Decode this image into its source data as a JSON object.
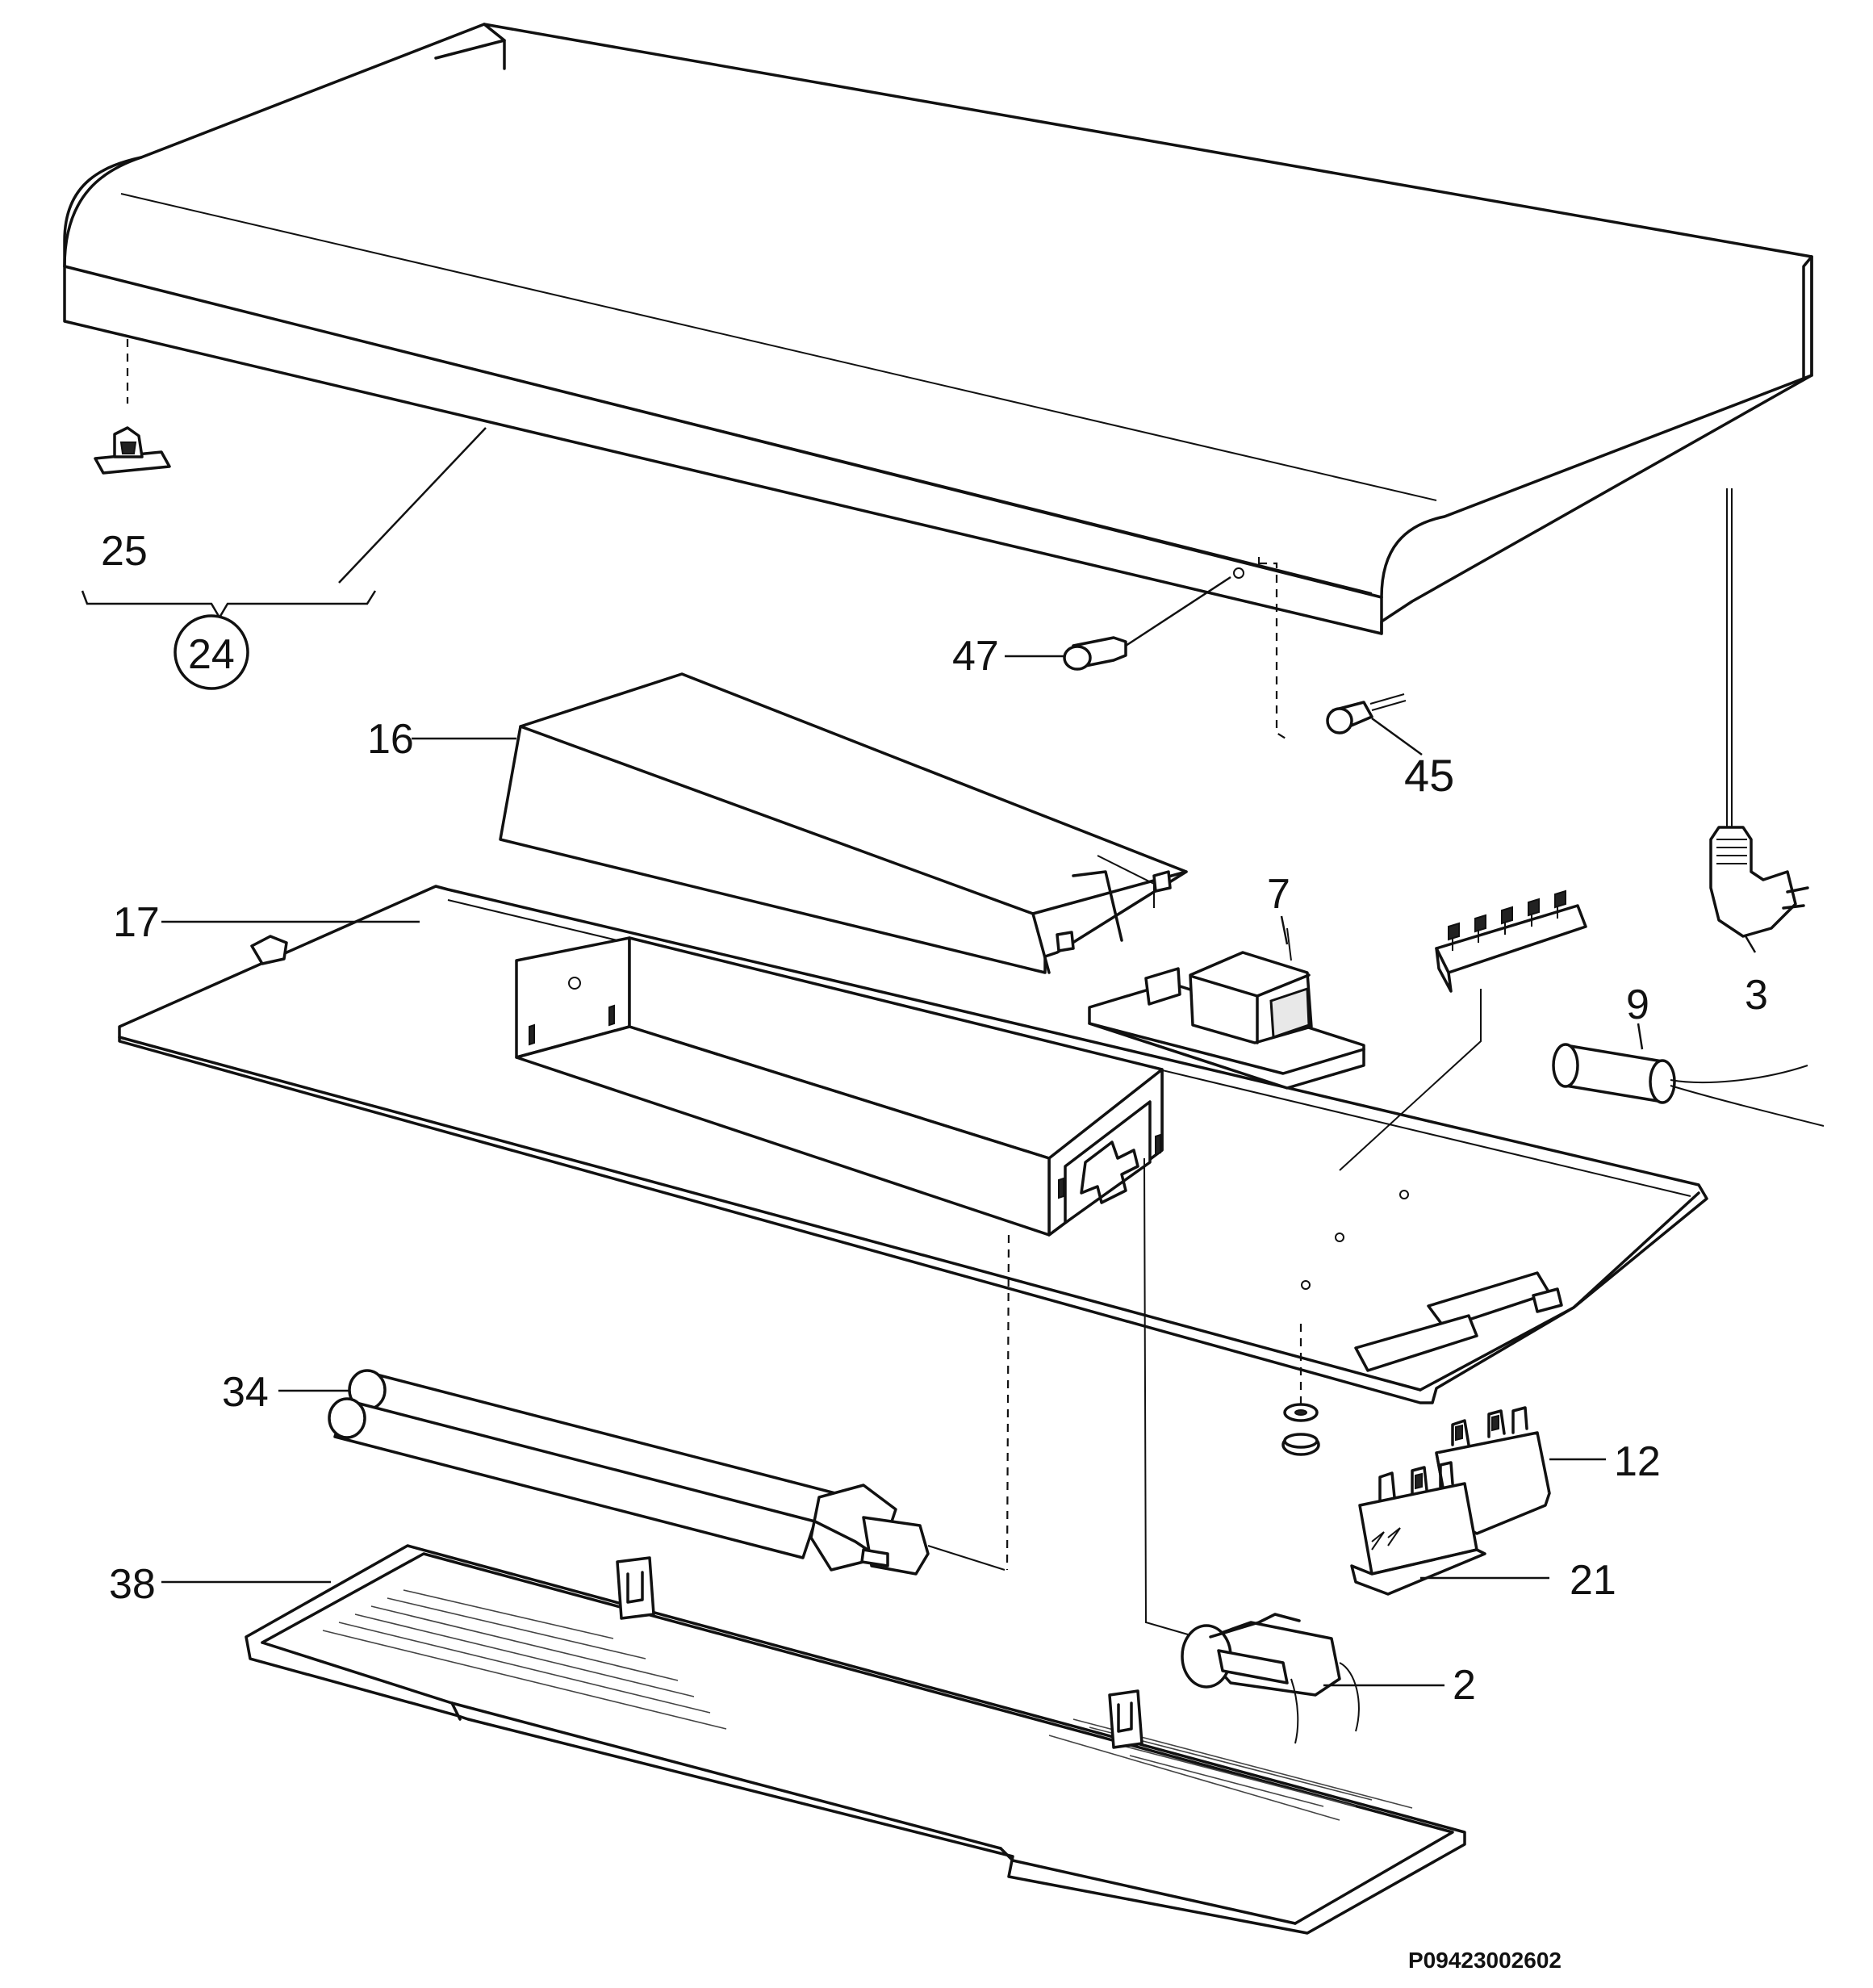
{
  "drawing_code": "P09423002602",
  "parts": [
    {
      "id": "hood-body",
      "number": "24",
      "circled": true
    },
    {
      "id": "clip",
      "number": "25"
    },
    {
      "id": "lamp-cover",
      "number": "16"
    },
    {
      "id": "chassis-plate",
      "number": "17"
    },
    {
      "id": "transformer-board",
      "number": "7"
    },
    {
      "id": "terminal-block",
      "number": ""
    },
    {
      "id": "capacitor",
      "number": "9"
    },
    {
      "id": "mains-plug",
      "number": "3"
    },
    {
      "id": "indicator-lens",
      "number": "47"
    },
    {
      "id": "indicator-lamp",
      "number": "45"
    },
    {
      "id": "fluorescent-tube",
      "number": "34"
    },
    {
      "id": "grease-filter",
      "number": "38"
    },
    {
      "id": "lamp-holder",
      "number": "2"
    },
    {
      "id": "switch-12",
      "number": "12"
    },
    {
      "id": "switch-21",
      "number": "21"
    }
  ]
}
